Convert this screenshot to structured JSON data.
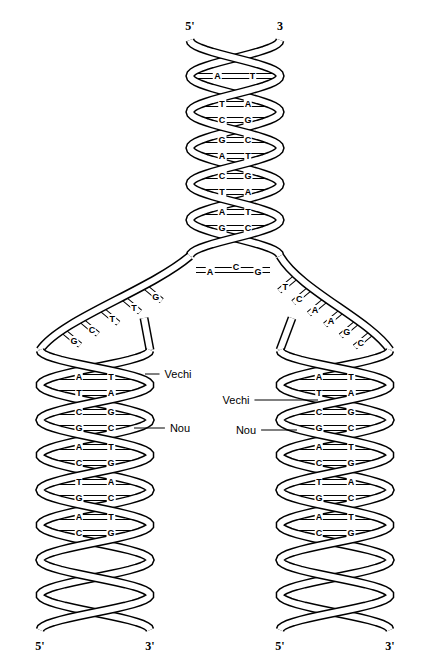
{
  "diagram": {
    "labels": [
      "5'",
      "3",
      "A",
      "T",
      "T",
      "A",
      "C",
      "G",
      "G",
      "C",
      "A",
      "T",
      "C",
      "G",
      "T",
      "A",
      "A",
      "T",
      "G",
      "C",
      "A",
      "C",
      "G",
      "G",
      "T",
      "T",
      "C",
      "G",
      "T",
      "C",
      "A",
      "A",
      "G",
      "C",
      "Vechi",
      "Nou",
      "A",
      "T",
      "T",
      "A",
      "C",
      "G",
      "G",
      "C",
      "A",
      "T",
      "C",
      "G",
      "T",
      "A",
      "G",
      "C",
      "A",
      "T",
      "C",
      "G",
      "Vechi",
      "Nou",
      "A",
      "T",
      "T",
      "A",
      "C",
      "G",
      "G",
      "C",
      "A",
      "T",
      "C",
      "G",
      "T",
      "A",
      "G",
      "C",
      "A",
      "T",
      "C",
      "G",
      "5'",
      "3'",
      "5'",
      "3'"
    ]
  }
}
